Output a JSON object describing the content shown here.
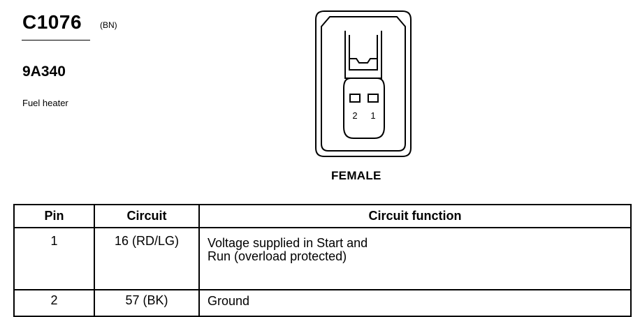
{
  "connector": {
    "id": "C1076",
    "color_code": "(BN)",
    "part_number": "9A340",
    "description": "Fuel heater",
    "gender": "FEMALE"
  },
  "diagram": {
    "pin_labels": [
      "2",
      "1"
    ]
  },
  "table": {
    "headers": [
      "Pin",
      "Circuit",
      "Circuit function"
    ],
    "rows": [
      {
        "pin": "1",
        "circuit": "16 (RD/LG)",
        "function_lines": [
          "Voltage supplied in Start and",
          "Run (overload protected)"
        ]
      },
      {
        "pin": "2",
        "circuit": "57 (BK)",
        "function_lines": [
          "Ground"
        ]
      }
    ]
  }
}
